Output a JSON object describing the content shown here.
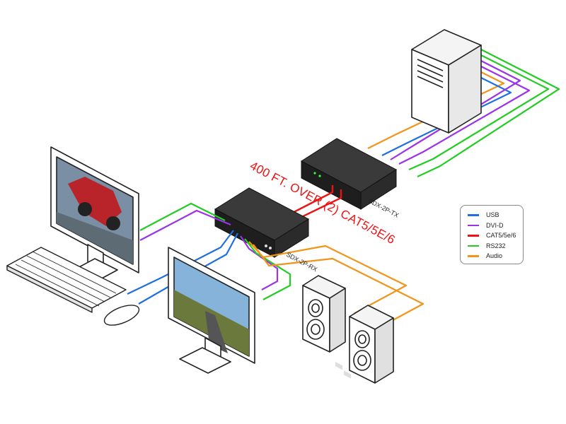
{
  "devices": {
    "rx_label": "SDX-2P-RX",
    "tx_label": "SDX-2P-TX"
  },
  "link_label": "400 FT. OVER (2) CAT5/5E/6",
  "legend": [
    {
      "label": "USB",
      "color": "#1f6fe0"
    },
    {
      "label": "DVI-D",
      "color": "#9b33e6"
    },
    {
      "label": "CAT5/5e/6",
      "color": "#ee1111"
    },
    {
      "label": "RS232",
      "color": "#22cc22"
    },
    {
      "label": "Audio",
      "color": "#f2941a"
    }
  ],
  "colors": {
    "usb": "#1f6fe0",
    "dvi": "#9b33e6",
    "cat": "#ee1111",
    "rs232": "#22cc22",
    "audio": "#f2941a"
  }
}
